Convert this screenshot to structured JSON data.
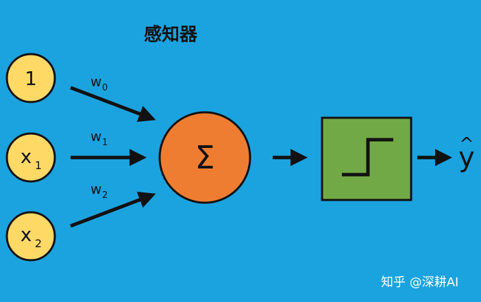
{
  "title": "感知器",
  "inputs": [
    {
      "main": "1",
      "sub": ""
    },
    {
      "main": "x",
      "sub": "1"
    },
    {
      "main": "x",
      "sub": "2"
    }
  ],
  "weights": [
    {
      "main": "w",
      "sub": "0"
    },
    {
      "main": "w",
      "sub": "1"
    },
    {
      "main": "w",
      "sub": "2"
    }
  ],
  "sum_symbol": "Σ",
  "output": {
    "main": "y",
    "hat": "^"
  },
  "watermark": "知乎 @深耕AI",
  "colors": {
    "background": "#1ba3e0",
    "input_fill": "#ffd966",
    "sum_fill": "#ef7d31",
    "step_fill": "#72a947",
    "stroke": "#111111"
  }
}
